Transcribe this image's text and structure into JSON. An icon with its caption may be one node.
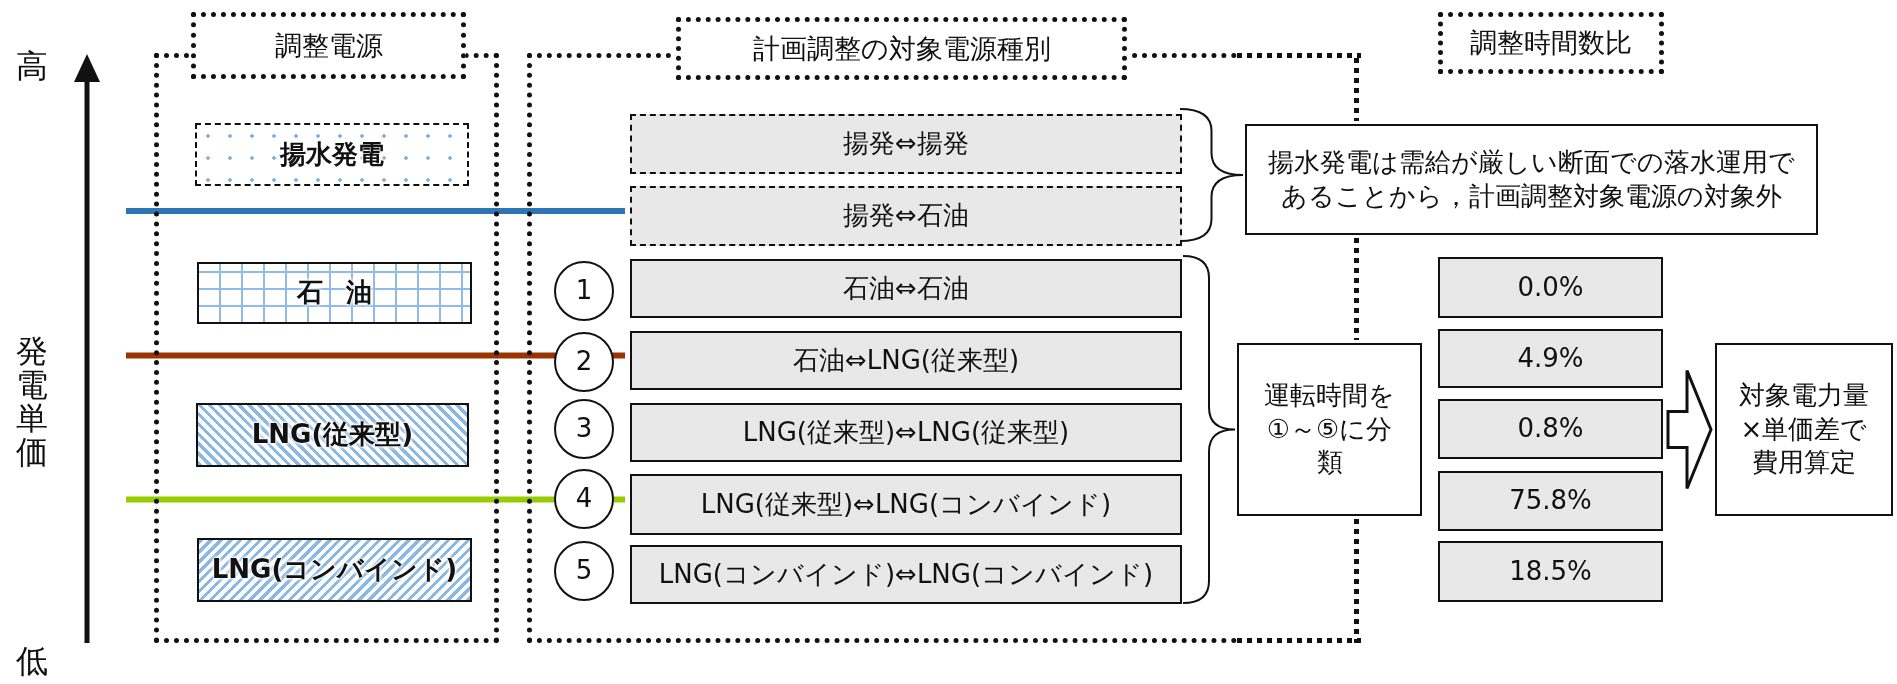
{
  "diagram": {
    "nodes": [
      {
        "text": [],
        "shape": "box"
      },
      {
        "text": [
          "調整電源"
        ]
      },
      {
        "text": [
          "揚水発電"
        ],
        "in": 0
      },
      {
        "text": [
          "石油"
        ],
        "in": 0
      },
      {
        "text": [
          "LNG(従来型)"
        ],
        "in": 0
      },
      {
        "text": [
          "LNG(コンバインド)"
        ],
        "in": 0
      },
      {
        "text": [],
        "shape": "box"
      },
      {
        "text": [
          "計画調整の対象電源種別"
        ]
      },
      {
        "text": [
          "揚発⇔揚発"
        ],
        "in": 6
      },
      {
        "text": [
          "揚発⇔石油"
        ],
        "in": 6
      },
      {
        "text": [
          "1"
        ],
        "in": 6
      },
      {
        "text": [
          "石油⇔石油"
        ],
        "in": 6
      },
      {
        "text": [
          "2"
        ],
        "in": 6
      },
      {
        "text": [
          "石油⇔LNG(従来型)"
        ],
        "in": 6
      },
      {
        "text": [
          "3"
        ],
        "in": 6
      },
      {
        "text": [
          "LNG(従来型)⇔LNG(従来型)"
        ],
        "in": 6
      },
      {
        "text": [
          "4"
        ],
        "in": 6
      },
      {
        "text": [
          "LNG(従来型)⇔LNG(コンバインド)"
        ],
        "in": 6
      },
      {
        "text": [
          "5"
        ],
        "in": 6
      },
      {
        "text": [
          "LNG(コンバインド)⇔LNG(コンバインド)"
        ],
        "in": 6
      },
      {
        "text": [
          "調整時間数比"
        ]
      },
      {
        "text": [
          "揚水発電は需給が厳しい断面での落水運用であることから，計画調整対象電源の対象外"
        ]
      },
      {
        "text": [
          "運転時間を①～⑤に分類"
        ]
      },
      {
        "text": [
          "0.0%"
        ]
      },
      {
        "text": [
          "4.9%"
        ]
      },
      {
        "text": [
          "0.8%"
        ]
      },
      {
        "text": [
          "75.8%"
        ]
      },
      {
        "text": [
          "18.5%"
        ]
      },
      {
        "text": [
          "対象電力量×単価差で費用算定"
        ]
      }
    ],
    "edges": [
      {
        "from": null,
        "to": 9,
        "arrow": "none",
        "color": "#2e75b6"
      },
      {
        "from": null,
        "to": 13,
        "arrow": "none",
        "color": "#993300"
      },
      {
        "from": null,
        "to": 17,
        "arrow": "none",
        "color": "#99cc00"
      },
      {
        "from": 25,
        "to": 28,
        "arrow": "to",
        "style": "thick"
      }
    ],
    "labels": [
      "高",
      "発電単価",
      "低"
    ]
  }
}
